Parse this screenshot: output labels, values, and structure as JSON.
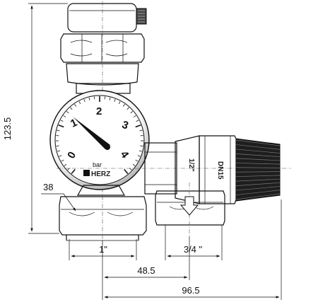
{
  "dimensions": {
    "height_total": "123.5",
    "gauge_offset": "38",
    "thread_left": "1\"",
    "thread_right": "3/4 \"",
    "center_distance": "48.5",
    "total_width": "96.5"
  },
  "gauge": {
    "unit": "bar",
    "scale": [
      "0",
      "1",
      "2",
      "3",
      "4"
    ],
    "brand": "HERZ"
  },
  "valve": {
    "marking_size": "1/2\"",
    "marking_dn": "DN15"
  }
}
